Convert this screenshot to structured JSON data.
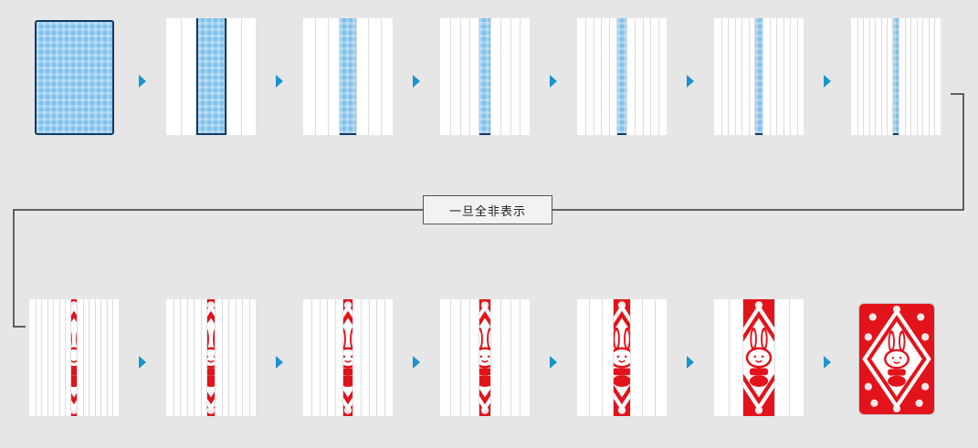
{
  "label": "一旦全非表示",
  "colors": {
    "background": "#e6e6e6",
    "blue_back": "#7fc0ec",
    "blue_border": "#0d3b63",
    "red_face": "#e3131b",
    "arrow": "#1a94cf",
    "connector": "#333333",
    "stripe": "#dcdcdc"
  },
  "row1": [
    {
      "kind": "full-blue-card"
    },
    {
      "kind": "blue-strip",
      "slats": 1
    },
    {
      "kind": "blue-strip",
      "slats": 2
    },
    {
      "kind": "blue-strip",
      "slats": 3
    },
    {
      "kind": "blue-strip",
      "slats": 4
    },
    {
      "kind": "blue-strip",
      "slats": 5
    },
    {
      "kind": "blue-strip",
      "slats": 6
    }
  ],
  "row2": [
    {
      "kind": "red-strip",
      "slats": 6
    },
    {
      "kind": "red-strip",
      "slats": 5
    },
    {
      "kind": "red-strip",
      "slats": 4
    },
    {
      "kind": "red-strip",
      "slats": 3
    },
    {
      "kind": "red-strip",
      "slats": 2
    },
    {
      "kind": "red-strip",
      "slats": 1
    },
    {
      "kind": "full-red-card"
    }
  ],
  "icons": {
    "arrow": "triangle-right-icon",
    "card_design": "rabbit-icon"
  }
}
